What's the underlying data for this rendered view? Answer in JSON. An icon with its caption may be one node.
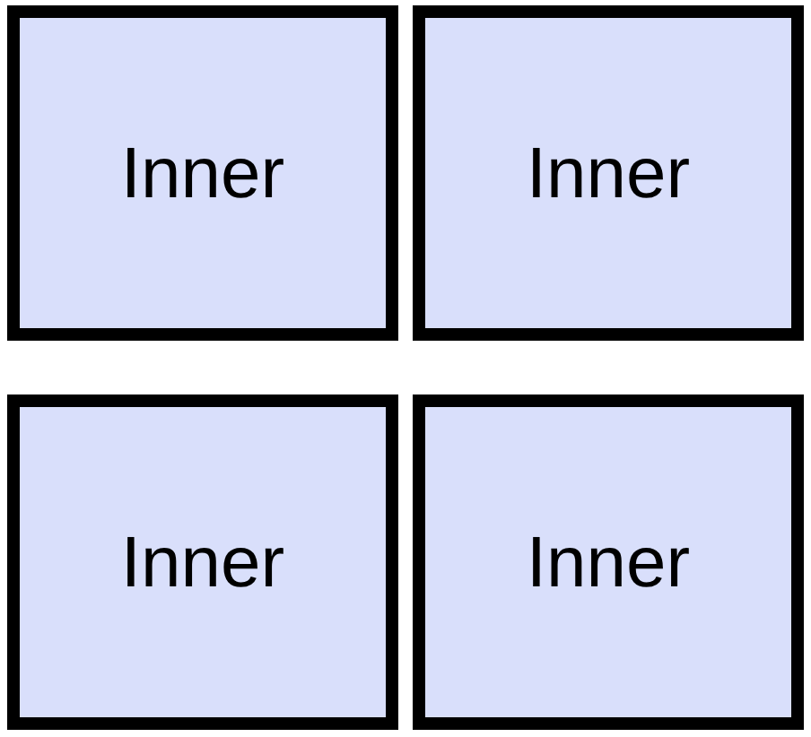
{
  "diagram": {
    "nodes": [
      {
        "text": [
          "Inner"
        ]
      },
      {
        "text": [
          "Inner"
        ]
      },
      {
        "text": [
          "Inner"
        ]
      },
      {
        "text": [
          "Inner"
        ]
      }
    ]
  }
}
